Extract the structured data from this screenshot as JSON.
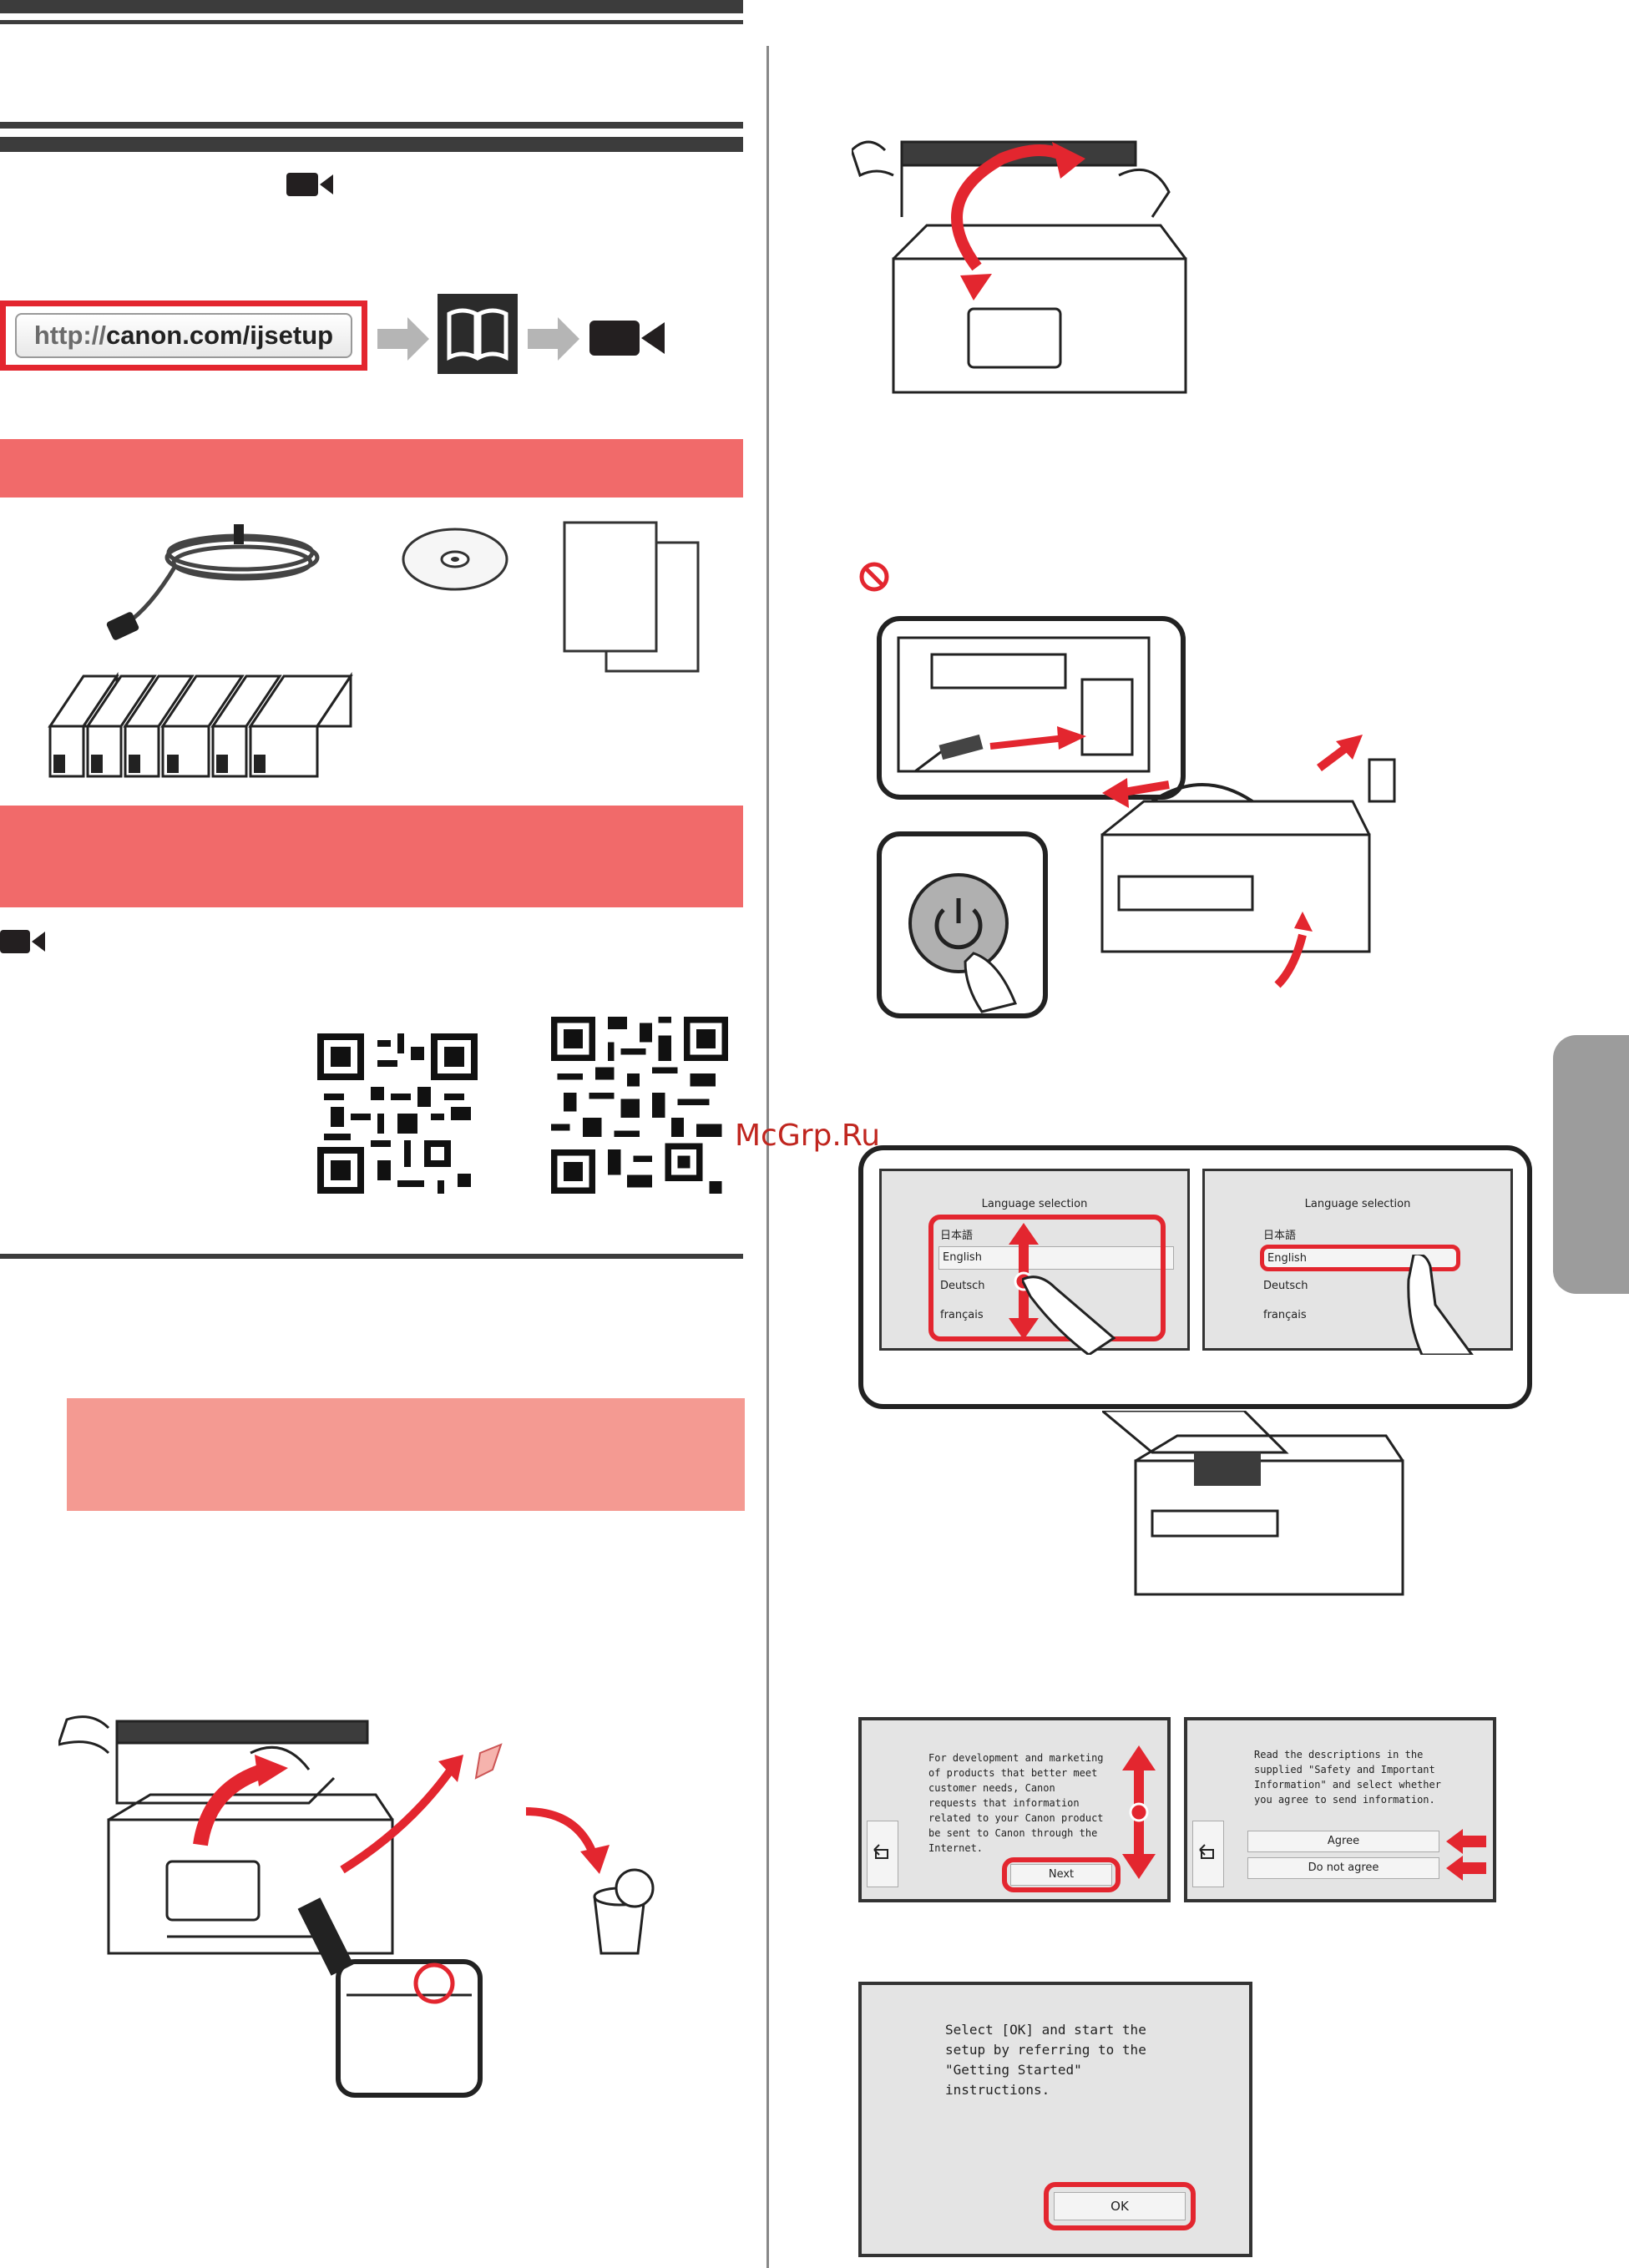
{
  "url": {
    "protocol": "http://",
    "address": "canon.com/ijsetup"
  },
  "watermark": "McGrp.Ru",
  "icons": [
    "video-camera-icon",
    "manual-book-icon",
    "prohibited-icon",
    "power-button-icon",
    "back-arrow-icon"
  ],
  "screen_language": {
    "title": "Language selection",
    "options": [
      "日本語",
      "English",
      "Deutsch",
      "français"
    ]
  },
  "screen_consent_left": {
    "text": "For development and marketing of products that better meet customer needs, Canon requests that information related to your Canon product be sent to Canon through the Internet.",
    "next_label": "Next"
  },
  "screen_consent_right": {
    "text": "Read the descriptions in the supplied \"Safety and Important Information\" and select whether you agree to send information.",
    "agree_label": "Agree",
    "disagree_label": "Do not agree"
  },
  "screen_ok": {
    "text": "Select [OK] and start the setup by referring to the \"Getting Started\" instructions.",
    "ok_label": "OK"
  },
  "colors": {
    "accent_red": "#e3262f",
    "band_red": "#f16a6a",
    "band_pink": "#f49a92",
    "bar_dark": "#3c3c3c"
  }
}
